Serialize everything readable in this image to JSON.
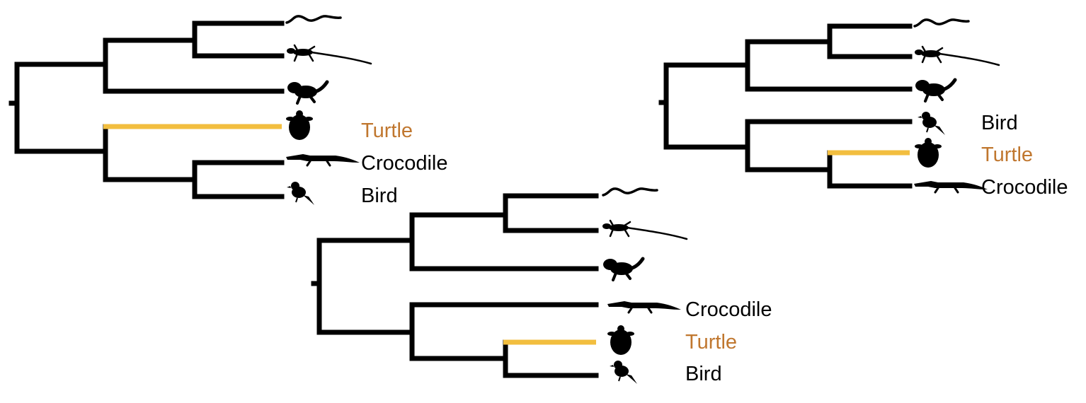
{
  "colors": {
    "branch": "#000000",
    "highlight": "#F2BE3F",
    "focal_label": "#C0772F",
    "label": "#000000"
  },
  "trees": [
    {
      "name": "tree-left",
      "tips": [
        {
          "taxon": "snake",
          "icon": "snake-icon",
          "label": ""
        },
        {
          "taxon": "lizard",
          "icon": "lizard-icon",
          "label": ""
        },
        {
          "taxon": "iguana",
          "icon": "iguana-icon",
          "label": ""
        },
        {
          "taxon": "turtle",
          "icon": "turtle-icon",
          "label": "Turtle",
          "highlight": true
        },
        {
          "taxon": "crocodile",
          "icon": "crocodile-icon",
          "label": "Crocodile"
        },
        {
          "taxon": "bird",
          "icon": "bird-icon",
          "label": "Bird"
        }
      ]
    },
    {
      "name": "tree-bottom",
      "tips": [
        {
          "taxon": "snake",
          "icon": "snake-icon",
          "label": ""
        },
        {
          "taxon": "lizard",
          "icon": "lizard-icon",
          "label": ""
        },
        {
          "taxon": "iguana",
          "icon": "iguana-icon",
          "label": ""
        },
        {
          "taxon": "crocodile",
          "icon": "crocodile-icon",
          "label": "Crocodile"
        },
        {
          "taxon": "turtle",
          "icon": "turtle-icon",
          "label": "Turtle",
          "highlight": true
        },
        {
          "taxon": "bird",
          "icon": "bird-icon",
          "label": "Bird"
        }
      ]
    },
    {
      "name": "tree-right",
      "tips": [
        {
          "taxon": "snake",
          "icon": "snake-icon",
          "label": ""
        },
        {
          "taxon": "lizard",
          "icon": "lizard-icon",
          "label": ""
        },
        {
          "taxon": "iguana",
          "icon": "iguana-icon",
          "label": ""
        },
        {
          "taxon": "bird",
          "icon": "bird-icon",
          "label": "Bird"
        },
        {
          "taxon": "turtle",
          "icon": "turtle-icon",
          "label": "Turtle",
          "highlight": true
        },
        {
          "taxon": "crocodile",
          "icon": "crocodile-icon",
          "label": "Crocodile"
        }
      ]
    }
  ]
}
